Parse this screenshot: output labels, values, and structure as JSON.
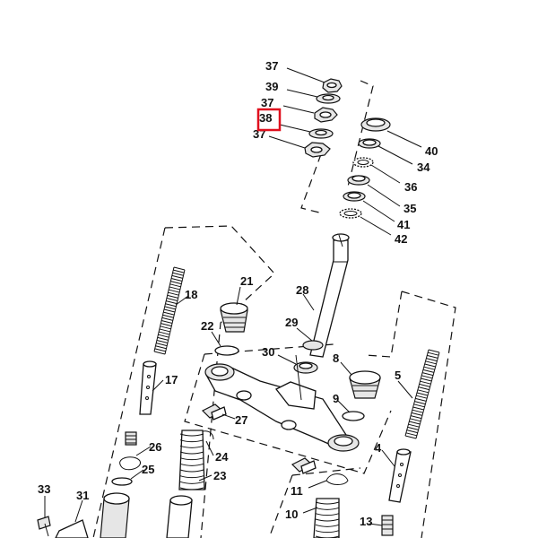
{
  "diagram": {
    "highlight_color": "#e0101e",
    "highlighted_part": "38",
    "callouts": {
      "c37a": "37",
      "c39": "39",
      "c37b": "37",
      "c38": "38",
      "c37c": "37",
      "c40": "40",
      "c34": "34",
      "c36": "36",
      "c35": "35",
      "c41": "41",
      "c42": "42",
      "c21": "21",
      "c18": "18",
      "c22": "22",
      "c28": "28",
      "c29": "29",
      "c30": "30",
      "c8": "8",
      "c5": "5",
      "c17": "17",
      "c9": "9",
      "c27": "27",
      "c26": "26",
      "c24": "24",
      "c25": "25",
      "c23": "23",
      "c4": "4",
      "c33": "33",
      "c31": "31",
      "c11": "11",
      "c10": "10",
      "c13": "13"
    }
  }
}
